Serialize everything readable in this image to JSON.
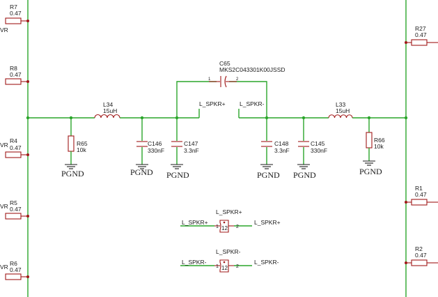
{
  "resistors": [
    {
      "ref": "R7",
      "value": "0.47"
    },
    {
      "ref": "R8",
      "value": "0.47"
    },
    {
      "ref": "R4",
      "value": "0.47"
    },
    {
      "ref": "R5",
      "value": "0.47"
    },
    {
      "ref": "R6",
      "value": "0.47"
    },
    {
      "ref": "R27",
      "value": "0.47"
    },
    {
      "ref": "R1",
      "value": "0.47"
    },
    {
      "ref": "R2",
      "value": "0.47"
    },
    {
      "ref": "R65",
      "value": "10k"
    },
    {
      "ref": "R66",
      "value": "10k"
    }
  ],
  "left_fragments": [
    "VR",
    "VR",
    "VR",
    "VR"
  ],
  "inductors": [
    {
      "ref": "L34",
      "value": "15uH"
    },
    {
      "ref": "L33",
      "value": "15uH"
    }
  ],
  "capacitors": [
    {
      "ref": "C146",
      "value": "330nF"
    },
    {
      "ref": "C147",
      "value": "3.3nF"
    },
    {
      "ref": "C148",
      "value": "3.3nF"
    },
    {
      "ref": "C145",
      "value": "330nF"
    }
  ],
  "top_cap": {
    "ref": "C65",
    "part": "MKS2C043301K00JSSD",
    "pin1": "1",
    "pin2": "2"
  },
  "ground_label": "PGND",
  "nets": {
    "plus": "L_SPKR+",
    "minus": "L_SPKR-"
  },
  "connectors": [
    {
      "title": "L_SPKR+",
      "left_net": "L_SPKR+",
      "right_net": "L_SPKR+",
      "pin1": "1",
      "pin2": "2",
      "body": "12"
    },
    {
      "title": "L_SPKR-",
      "left_net": "L_SPKR-",
      "right_net": "L_SPKR-",
      "pin1": "1",
      "pin2": "2",
      "body": "12"
    }
  ]
}
